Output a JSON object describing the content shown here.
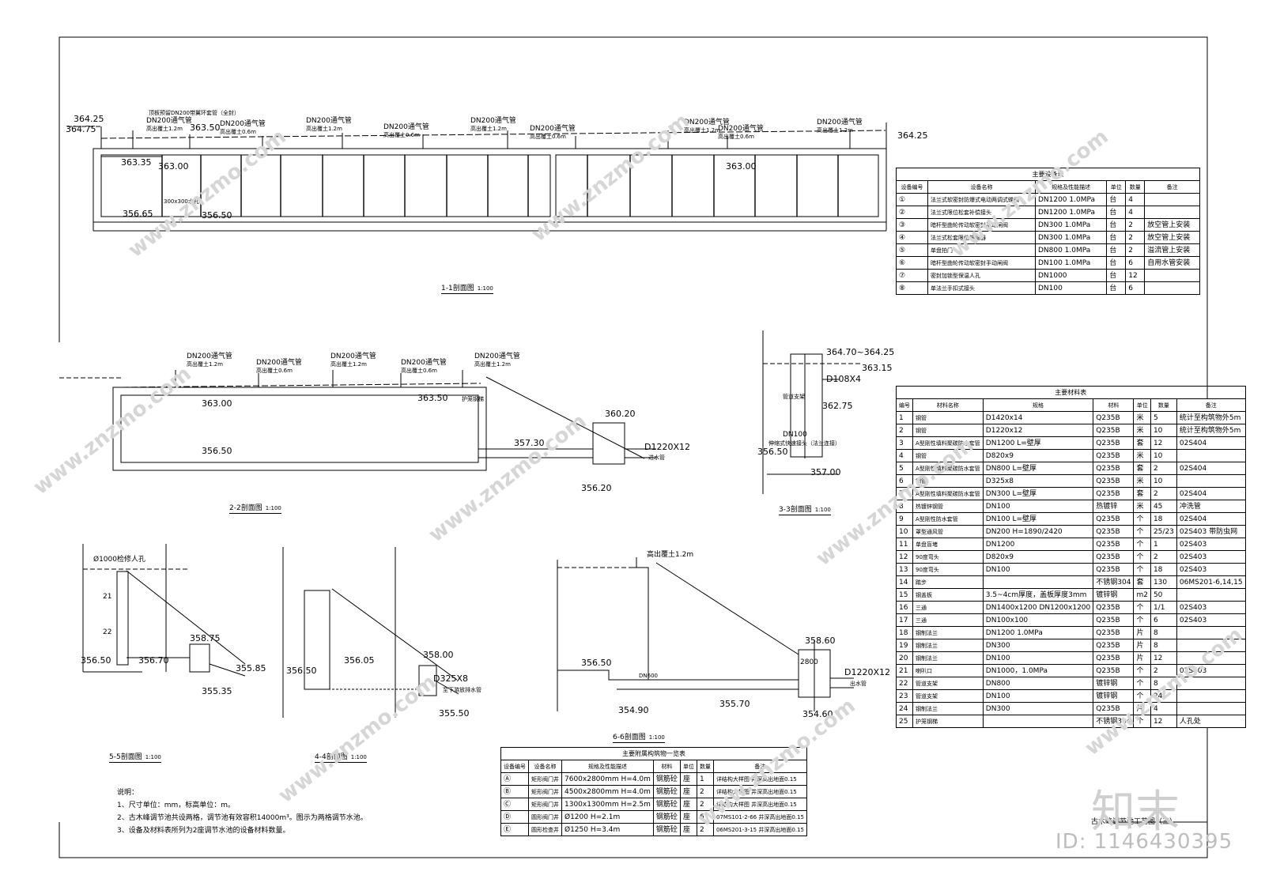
{
  "section_1_1": {
    "title": "1-1剖面图",
    "scale": "1:100",
    "elev": [
      "364.25",
      "364.75",
      "363.50",
      "363.35",
      "363.00",
      "356.65",
      "356.50",
      "363.00",
      "364.25"
    ],
    "pipe_note": "顶板预留DN200带翼环套管（全封）",
    "vents": [
      {
        "name": "DN200通气管",
        "h": "高出覆土1.2m"
      },
      {
        "name": "DN200通气管",
        "h": "高出覆土0.6m"
      },
      {
        "name": "DN200通气管",
        "h": "高出覆土1.2m"
      },
      {
        "name": "DN200通气管",
        "h": "高出覆土0.6m"
      },
      {
        "name": "DN200通气管",
        "h": "高出覆土1.2m"
      },
      {
        "name": "DN200通气管",
        "h": "高出覆土0.6m"
      },
      {
        "name": "DN200通气管",
        "h": "高出覆土1.2m"
      },
      {
        "name": "DN200通气管",
        "h": "高出覆土0.6m"
      },
      {
        "name": "DN200通气管",
        "h": "高出覆土1.2m"
      }
    ],
    "hole": "300x300水孔"
  },
  "section_2_2": {
    "title": "2-2剖面图",
    "scale": "1:100",
    "elev": [
      "363.00",
      "363.50",
      "356.50",
      "360.20",
      "357.30",
      "356.20"
    ],
    "vents": [
      {
        "name": "DN200通气管",
        "h": "高出覆土1.2m"
      },
      {
        "name": "DN200通气管",
        "h": "高出覆土0.6m"
      },
      {
        "name": "DN200通气管",
        "h": "高出覆土1.2m"
      },
      {
        "name": "DN200通气管",
        "h": "高出覆土0.6m"
      },
      {
        "name": "DN200通气管",
        "h": "高出覆土1.2m"
      }
    ],
    "guard": "护笼钢梯",
    "pipe": "D1220X12",
    "pipe_use": "进水管"
  },
  "section_3_3": {
    "title": "3-3剖面图",
    "scale": "1:100",
    "elev": [
      "364.70~364.25",
      "363.15",
      "362.75",
      "356.50",
      "357.00"
    ],
    "pipe": "D108X4",
    "support": "管道支架",
    "dn": "DN100",
    "joint": "伸缩式快速接头（法兰连接）"
  },
  "section_5_5": {
    "title": "5-5剖面图",
    "scale": "1:100",
    "elev": [
      "358.75",
      "356.50",
      "356.70",
      "355.85",
      "355.35"
    ],
    "manhole": "Ø1000检修人孔",
    "marks": [
      "21",
      "22"
    ]
  },
  "section_4_4": {
    "title": "4-4剖面图",
    "scale": "1:100",
    "elev": [
      "358.00",
      "356.50",
      "356.05",
      "355.50"
    ],
    "pipe": "D325X8",
    "pipe_use": "至下游放排水管"
  },
  "section_6_6": {
    "title": "6-6剖面图",
    "scale": "1:100",
    "elev": [
      "356.50",
      "358.60",
      "354.90",
      "355.70",
      "354.60"
    ],
    "top": "高出覆土1.2m",
    "pipe": "D1220X12",
    "pipe_use": "出水管",
    "size": "2800",
    "tube": "DN600"
  },
  "equipment_table": {
    "caption": "主要设备表",
    "headers": [
      "设备编号",
      "设备名称",
      "规格及性能描述",
      "单位",
      "数量",
      "备注"
    ],
    "rows": [
      [
        "①",
        "法兰式软密封防爆式电动两调式蝶阀",
        "DN1200 1.0MPa",
        "台",
        "4",
        ""
      ],
      [
        "②",
        "法兰式限位松套补偿接头",
        "DN1200 1.0MPa",
        "台",
        "4",
        ""
      ],
      [
        "③",
        "暗杆型曲轮传动软密封手动闸阀",
        "DN300 1.0MPa",
        "台",
        "2",
        "放空管上安装"
      ],
      [
        "④",
        "法兰式松套限位伸缩器",
        "DN300 1.0MPa",
        "台",
        "2",
        "放空管上安装"
      ],
      [
        "⑤",
        "单盘拍门",
        "DN800 1.0MPa",
        "台",
        "2",
        "溢流管上安装"
      ],
      [
        "⑥",
        "暗杆型曲轮传动软密封手动闸阀",
        "DN100 1.0MPa",
        "台",
        "6",
        "自用水管安装"
      ],
      [
        "⑦",
        "密封加锁型保温人孔",
        "DN1000",
        "台",
        "12",
        ""
      ],
      [
        "⑧",
        "单法兰手扣式接头",
        "DN100",
        "台",
        "6",
        ""
      ]
    ]
  },
  "material_table": {
    "caption": "主要材料表",
    "headers": [
      "编号",
      "材料名称",
      "规格",
      "材料",
      "单位",
      "数量",
      "备注"
    ],
    "rows": [
      [
        "1",
        "钢管",
        "D1420x14",
        "Q235B",
        "米",
        "5",
        "统计至构筑物外5m"
      ],
      [
        "2",
        "钢管",
        "D1220x12",
        "Q235B",
        "米",
        "10",
        "统计至构筑物外5m"
      ],
      [
        "3",
        "A型刚性填料聚碳防水套管",
        "DN1200 L=壁厚",
        "Q235B",
        "套",
        "12",
        "02S404"
      ],
      [
        "4",
        "钢管",
        "D820x9",
        "Q235B",
        "米",
        "10",
        ""
      ],
      [
        "5",
        "A型刚性填料聚碳防水套管",
        "DN800 L=壁厚",
        "Q235B",
        "套",
        "2",
        "02S404"
      ],
      [
        "6",
        "钢管",
        "D325x8",
        "Q235B",
        "米",
        "10",
        ""
      ],
      [
        "7",
        "A型刚性填料聚碳防水套管",
        "DN300 L=壁厚",
        "Q235B",
        "套",
        "2",
        "02S404"
      ],
      [
        "8",
        "热镀锌钢管",
        "DN100",
        "热镀锌",
        "米",
        "45",
        "冲洗管"
      ],
      [
        "9",
        "A型刚性防水套管",
        "DN100 L=壁厚",
        "Q235B",
        "个",
        "18",
        "02S404"
      ],
      [
        "10",
        "罩型通风管",
        "DN200 H=1890/2420",
        "Q235B",
        "个",
        "25/23",
        "02S403 带防虫网"
      ],
      [
        "11",
        "单盘盲堵",
        "DN1200",
        "Q235B",
        "个",
        "1",
        "02S403"
      ],
      [
        "12",
        "90度弯头",
        "D820x9",
        "Q235B",
        "个",
        "2",
        "02S403"
      ],
      [
        "13",
        "90度弯头",
        "DN100",
        "Q235B",
        "个",
        "18",
        "02S403"
      ],
      [
        "14",
        "踏步",
        "",
        "不锈钢304",
        "套",
        "130",
        "06MS201-6,14,15"
      ],
      [
        "15",
        "钢盖板",
        "3.5~4cm厚度，盖板厚度3mm",
        "镀锌钢",
        "m2",
        "50",
        ""
      ],
      [
        "16",
        "三通",
        "DN1400x1200 DN1200x1200",
        "Q235B",
        "个",
        "1/1",
        "02S403"
      ],
      [
        "17",
        "三通",
        "DN100x100",
        "Q235B",
        "个",
        "6",
        "02S403"
      ],
      [
        "18",
        "钢制法兰",
        "DN1200 1.0MPa",
        "Q235B",
        "片",
        "8",
        ""
      ],
      [
        "19",
        "钢制法兰",
        "DN300",
        "Q235B",
        "片",
        "8",
        ""
      ],
      [
        "20",
        "钢制法兰",
        "DN100",
        "Q235B",
        "片",
        "12",
        ""
      ],
      [
        "21",
        "喇叭口",
        "DN1000，1.0MPa",
        "Q235B",
        "个",
        "2",
        "02S403"
      ],
      [
        "22",
        "管道支架",
        "DN800",
        "镀锌钢",
        "个",
        "8",
        ""
      ],
      [
        "23",
        "管道支架",
        "DN100",
        "镀锌钢",
        "个",
        "24",
        ""
      ],
      [
        "24",
        "钢制法兰",
        "DN300",
        "Q235B",
        "片",
        "4",
        ""
      ],
      [
        "25",
        "护笼钢梯",
        "",
        "不锈钢304",
        "个",
        "12",
        "人孔处"
      ]
    ]
  },
  "structure_table": {
    "caption": "主要附属构筑物一览表",
    "headers": [
      "设备编号",
      "设备名称",
      "规格及性能描述",
      "材料",
      "单位",
      "数量",
      "备注"
    ],
    "rows": [
      [
        "Ⓐ",
        "矩形阀门井",
        "7600x2800mm H=4.0m",
        "钢筋砼",
        "座",
        "1",
        "详结构大样图 井深高出地面0.15"
      ],
      [
        "Ⓑ",
        "矩形阀门井",
        "4500x2800mm H=4.0m",
        "钢筋砼",
        "座",
        "2",
        "详结构大样图 井深高出地面0.15"
      ],
      [
        "Ⓒ",
        "矩形阀门井",
        "1300x1300mm H=2.5m",
        "钢筋砼",
        "座",
        "2",
        "详结构大样图 井深高出地面0.15"
      ],
      [
        "Ⓓ",
        "圆形阀门井",
        "Ø1200 H=2.1m",
        "钢筋砼",
        "座",
        "6",
        "07MS101-2-66 井深高出地面0.15"
      ],
      [
        "Ⓔ",
        "圆形检查井",
        "Ø1250 H=3.4m",
        "钢筋砼",
        "座",
        "2",
        "06MS201-3-15 井深高出地面0.15"
      ]
    ]
  },
  "notes": {
    "title": "说明：",
    "items": [
      "1、尺寸单位：mm，标高单位：m。",
      "2、古木峰调节池共设两格，调节池有效容积14000m³。图示为两格调节水池。",
      "3、设备及材料表所列为2座调节水池的设备材料数量。"
    ]
  },
  "frame_title": "古木峰调节池工艺图（三）",
  "watermark": "www.znzmo.com",
  "logo": "知末",
  "id_text": "ID: 1146430395"
}
